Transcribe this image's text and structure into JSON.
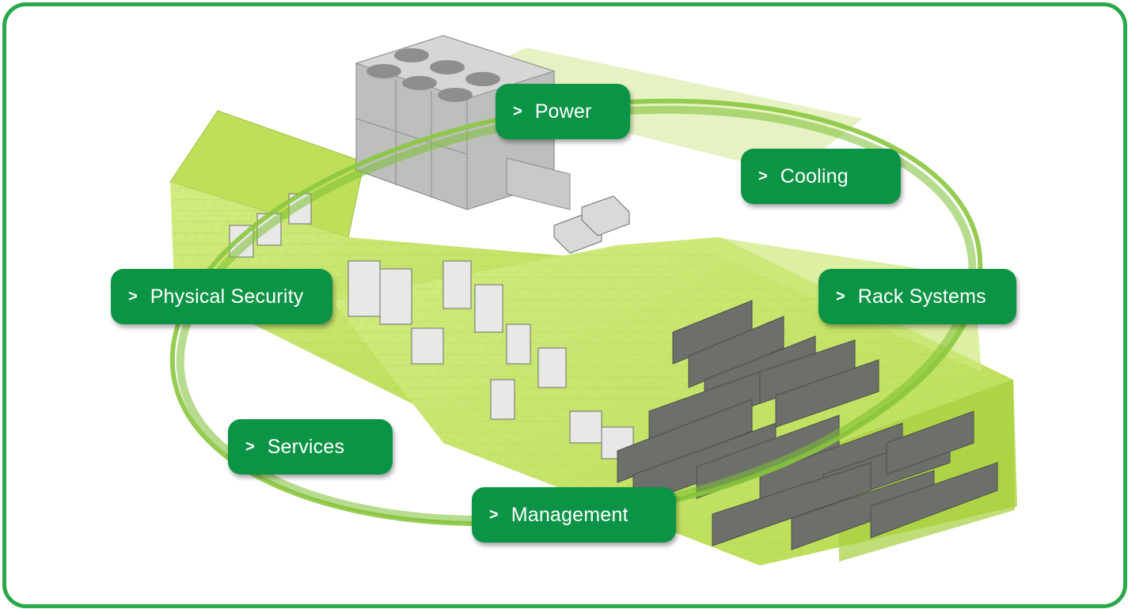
{
  "colors": {
    "frame": "#2aa84a",
    "pill": "#0b9446",
    "ring": "#8cc63f",
    "room_fill": "#c7e66a",
    "equipment": "#6d6f6b"
  },
  "nav": {
    "chevron": ">",
    "items": [
      {
        "label": "Power"
      },
      {
        "label": "Cooling"
      },
      {
        "label": "Rack Systems"
      },
      {
        "label": "Physical Security"
      },
      {
        "label": "Services"
      },
      {
        "label": "Management"
      }
    ]
  }
}
